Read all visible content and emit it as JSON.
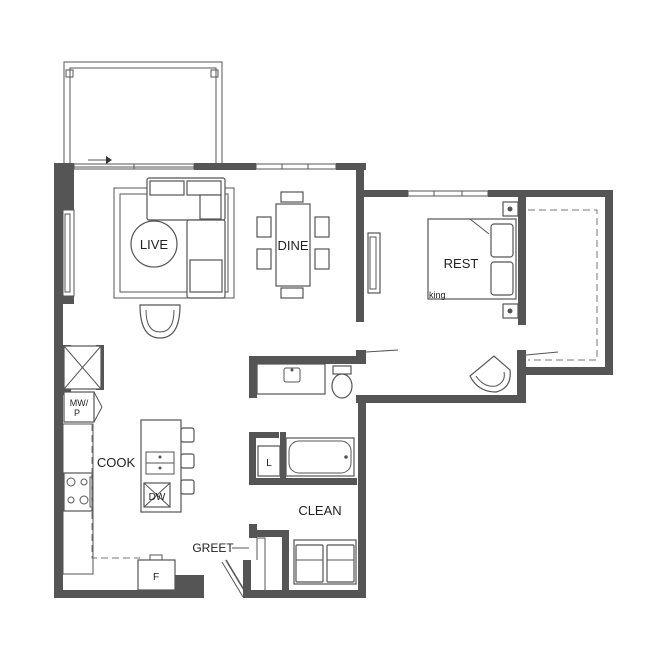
{
  "rooms": {
    "live": "LIVE",
    "dine": "DINE",
    "rest": "REST",
    "cook": "COOK",
    "clean": "CLEAN",
    "greet": "GREET"
  },
  "fixtures": {
    "bed_size": "king",
    "microwave_label": "MW/",
    "pantry_label": "P",
    "dishwasher": "DW",
    "fridge": "F",
    "laundry": "L"
  }
}
